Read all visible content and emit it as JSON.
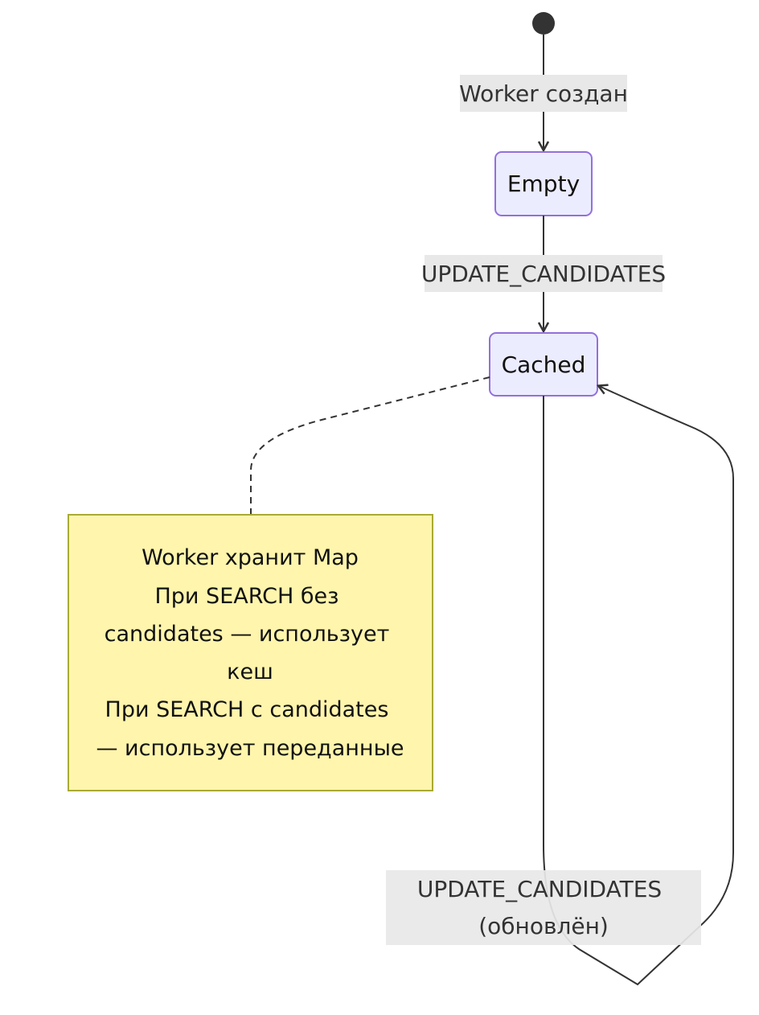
{
  "states": {
    "empty": "Empty",
    "cached": "Cached"
  },
  "transitions": {
    "start_to_empty": "Worker создан",
    "empty_to_cached": "UPDATE_CANDIDATES",
    "cached_self_line1": "UPDATE_CANDIDATES",
    "cached_self_line2": "(обновлён)"
  },
  "note": {
    "lines": [
      "Worker хранит Map",
      "При SEARCH без",
      "candidates — использует",
      "кеш",
      "При SEARCH с candidates",
      "— использует переданные"
    ]
  },
  "colors": {
    "state_fill": "#ECECFF",
    "state_stroke": "#9370DB",
    "note_fill": "#FFF5AD",
    "note_stroke": "#AAAA33",
    "edge_label_bg": "#E8E8E8",
    "line": "#333333"
  }
}
